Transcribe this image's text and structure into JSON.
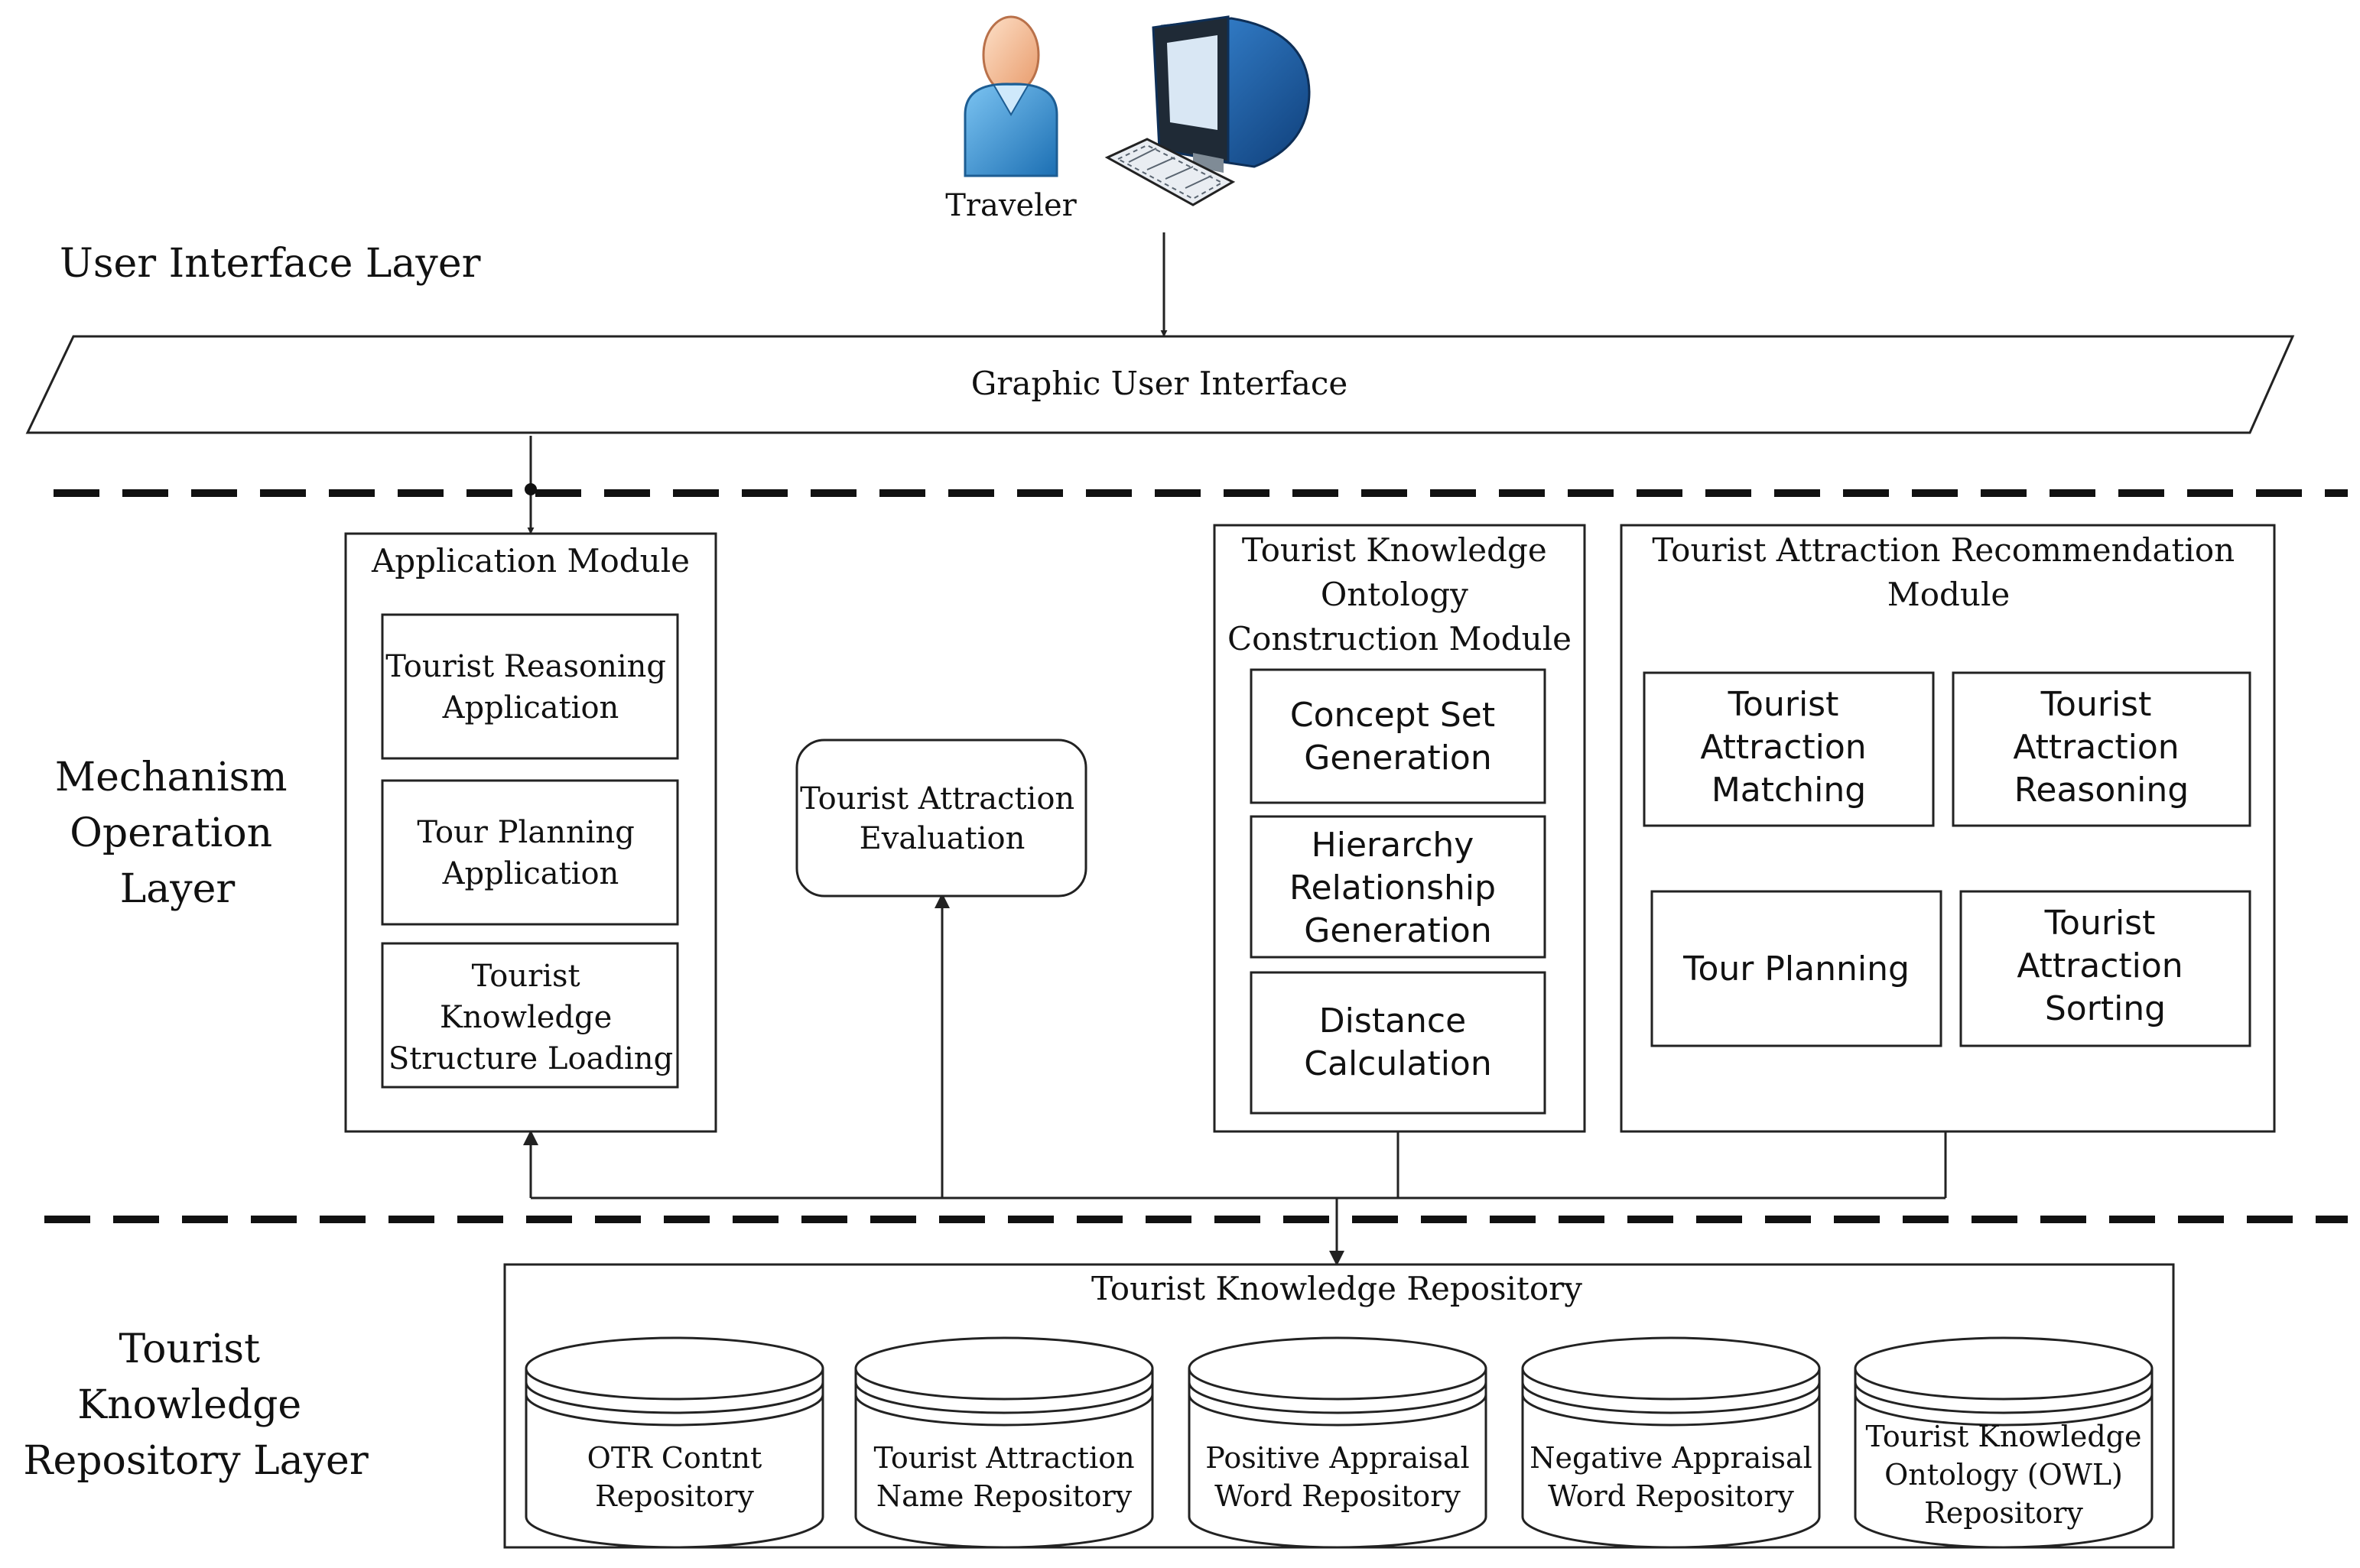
{
  "layers": {
    "ui": "User Interface Layer",
    "mechanism": [
      "Mechanism",
      "Operation",
      "Layer"
    ],
    "repository": [
      "Tourist",
      "Knowledge",
      "Repository Layer"
    ]
  },
  "traveler": "Traveler",
  "gui": "Graphic User Interface",
  "app_module": {
    "title": "Application Module",
    "items": [
      [
        "Tourist Reasoning",
        "Application"
      ],
      [
        "Tour Planning",
        "Application"
      ],
      [
        "Tourist",
        "Knowledge",
        "Structure Loading"
      ]
    ]
  },
  "evaluation": [
    "Tourist Attraction",
    "Evaluation"
  ],
  "ontology_module": {
    "title": [
      "Tourist Knowledge",
      "Ontology",
      "Construction Module"
    ],
    "items": [
      [
        "Concept Set",
        "Generation"
      ],
      [
        "Hierarchy",
        "Relationship",
        "Generation"
      ],
      [
        "Distance",
        "Calculation"
      ]
    ]
  },
  "recommendation_module": {
    "title": [
      "Tourist Attraction Recommendation",
      "Module"
    ],
    "items": [
      [
        "Tourist",
        "Attraction",
        "Matching"
      ],
      [
        "Tourist",
        "Attraction",
        "Reasoning"
      ],
      [
        "Tour Planning"
      ],
      [
        "Tourist",
        "Attraction",
        "Sorting"
      ]
    ]
  },
  "repository": {
    "title": "Tourist Knowledge Repository",
    "databases": [
      [
        "OTR Contnt",
        "Repository"
      ],
      [
        "Tourist Attraction",
        "Name Repository"
      ],
      [
        "Positive Appraisal",
        "Word Repository"
      ],
      [
        "Negative Appraisal",
        "Word Repository"
      ],
      [
        "Tourist Knowledge",
        "Ontology (OWL)",
        "Repository"
      ]
    ]
  },
  "icons": [
    "traveler-person-icon",
    "desktop-computer-icon",
    "keyboard-icon",
    "database-cylinder-icon"
  ],
  "colors": {
    "line": "#222222",
    "person_blue": "#2a8fd6",
    "skin": "#f4b183",
    "monitor_blue": "#1f5fa8"
  }
}
